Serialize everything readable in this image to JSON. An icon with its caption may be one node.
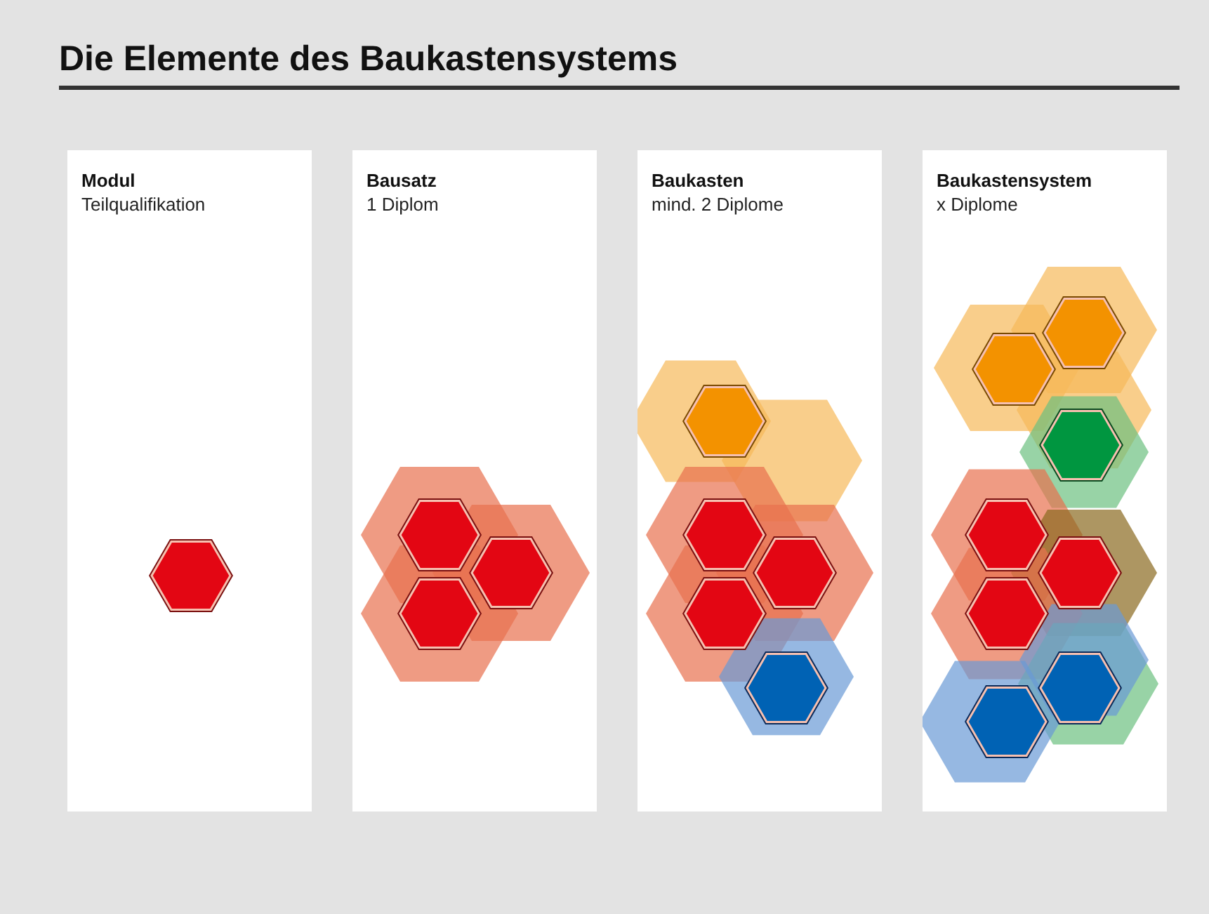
{
  "diagram": {
    "title": "Die Elemente des Baukastensystems",
    "nodes": [
      {
        "text": [
          "Modul",
          "Teilqualifikation"
        ]
      },
      {
        "text": [
          "Bausatz",
          "1 Diplom"
        ]
      },
      {
        "text": [
          "Baukasten",
          "mind. 2 Diplome"
        ]
      },
      {
        "text": [
          "Baukastensystem",
          "x Diplome"
        ]
      }
    ],
    "edges": []
  }
}
